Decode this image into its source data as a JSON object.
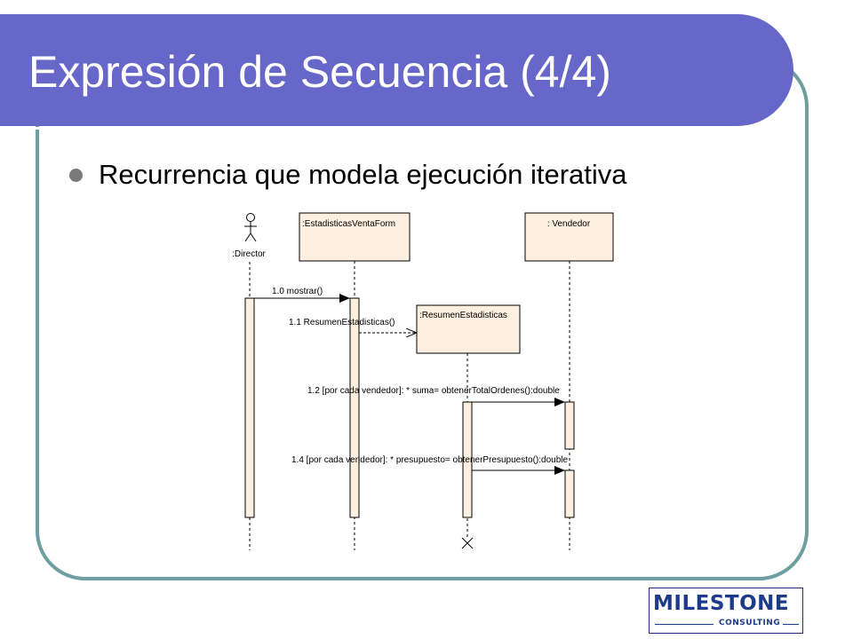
{
  "slide": {
    "title": "Expresión de Secuencia (4/4)",
    "bullet": "Recurrencia que modela ejecución iterativa"
  },
  "diagram": {
    "actor": {
      "label": ":Director"
    },
    "objects": {
      "form": ":EstadisticasVentaForm",
      "vendedor": ": Vendedor",
      "resumen": ":ResumenEstadisticas"
    },
    "messages": {
      "m1": "1.0 mostrar()",
      "m2": "1.1 ResumenEstadisticas()",
      "m3": "1.2 [por cada vendedor]: * suma= obtenerTotalOrdenes():double",
      "m4": "1.4 [por cada vendedor]: * presupuesto= obtenerPresupuesto():double"
    }
  },
  "logo": {
    "name": "MILESTONE",
    "tagline": "CONSULTING"
  },
  "colors": {
    "title_band": "#6767c9",
    "frame_border": "#6e9ea0",
    "object_fill": "#fdf0e0"
  }
}
